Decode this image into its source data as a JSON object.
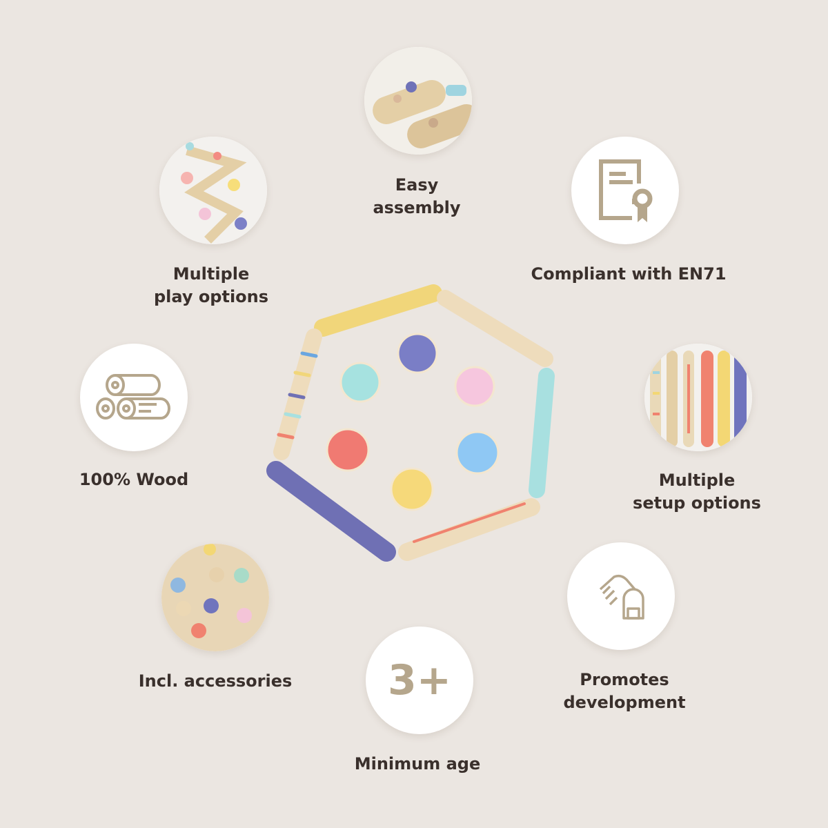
{
  "features": {
    "easy_assembly": {
      "line1": "Easy",
      "line2": "assembly"
    },
    "compliant": {
      "line1": "Compliant with EN71"
    },
    "play_options": {
      "line1": "Multiple",
      "line2": "play options"
    },
    "wood": {
      "line1": "100% Wood"
    },
    "setup_options": {
      "line1": "Multiple",
      "line2": "setup options"
    },
    "accessories": {
      "line1": "Incl. accessories"
    },
    "development": {
      "line1": "Promotes",
      "line2": "development"
    },
    "min_age": {
      "line1": "Minimum age",
      "value": "3+"
    }
  },
  "colors": {
    "background": "#ebe6e1",
    "text": "#3a302c",
    "icon": "#b5a68c"
  }
}
